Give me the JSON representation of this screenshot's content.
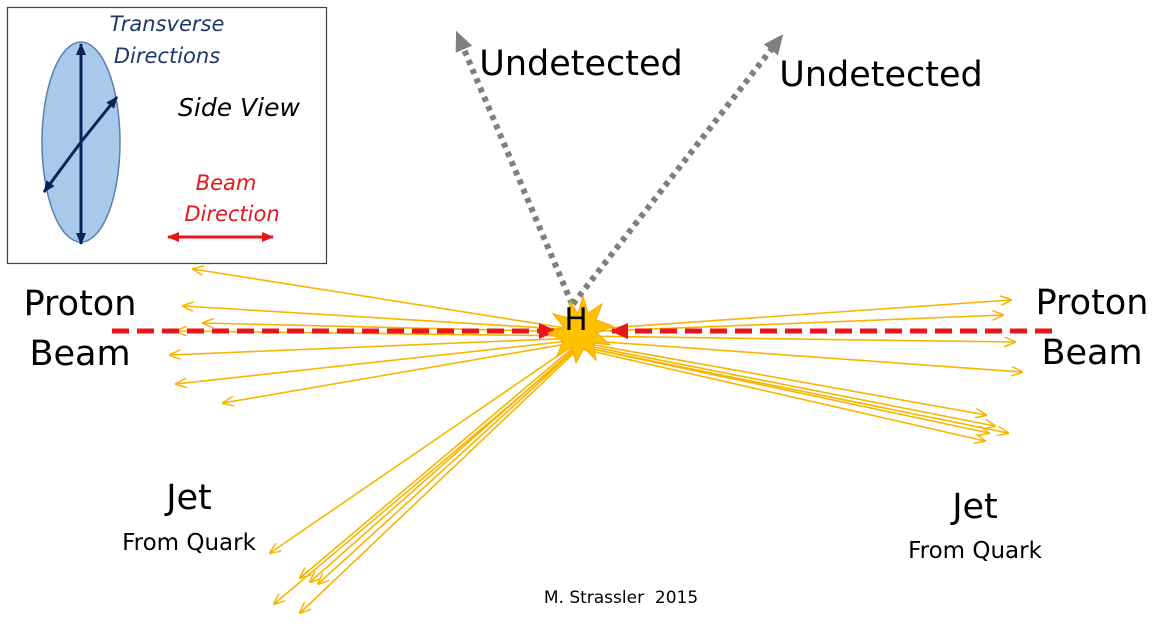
{
  "inset": {
    "transverse_line1": "Transverse",
    "transverse_line2": "Directions",
    "side_view": "Side View",
    "beam_line1": "Beam",
    "beam_line2": "Direction"
  },
  "labels": {
    "undetected_left": "Undetected",
    "undetected_right": "Undetected",
    "proton_left_line1": "Proton",
    "proton_left_line2": "Beam",
    "proton_right_line1": "Proton",
    "proton_right_line2": "Beam",
    "higgs": "H",
    "jet_left_title": "Jet",
    "jet_left_sub": "From Quark",
    "jet_right_title": "Jet",
    "jet_right_sub": "From Quark",
    "credit": "M. Strassler  2015"
  },
  "colors": {
    "beam": "#e8151b",
    "particle": "#f7b500",
    "undetected": "#7f7f7f",
    "transverse_text": "#1f3864",
    "transverse_arrow": "#0d2156",
    "ellipse_fill": "#a9c9ea",
    "ellipse_stroke": "#5a7fb0",
    "inset_border": "#404040",
    "star": "#ffc000"
  }
}
